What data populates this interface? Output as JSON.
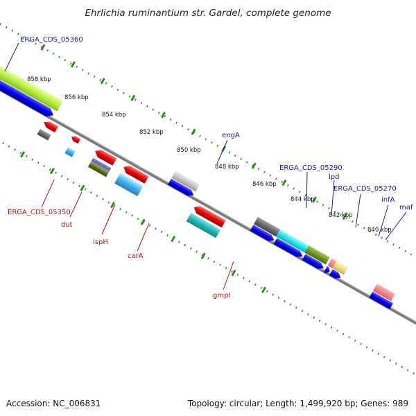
{
  "title": "Ehrlichia ruminantium str. Gardel, complete genome",
  "footer": {
    "accession": "Accession: NC_006831",
    "summary": "Topology: circular; Length: 1,499,920 bp; Genes: 989"
  },
  "scale_labels": [
    "858 kbp",
    "856 kbp",
    "854 kbp",
    "852 kbp",
    "850 kbp",
    "848 kbp",
    "846 kbp",
    "844 kbp",
    "842 kbp",
    "840 kbp"
  ],
  "gene_labels": {
    "forward": [
      "ERGA_CDS_05360",
      "engA",
      "ERGA_CDS_05290",
      "lpd",
      "ERGA_CDS_05270",
      "infA",
      "maf"
    ],
    "reverse": [
      "ERGA_CDS_05350",
      "dut",
      "ispH",
      "carA",
      "gmpI"
    ]
  },
  "colors": {
    "forward_label": "#1a1aa6",
    "reverse_label": "#c01010",
    "backbone": "#7a7a7a",
    "tick_marks": "#2e8b22",
    "cds_forward": "#0000ee",
    "cds_reverse": "#ee0000"
  }
}
